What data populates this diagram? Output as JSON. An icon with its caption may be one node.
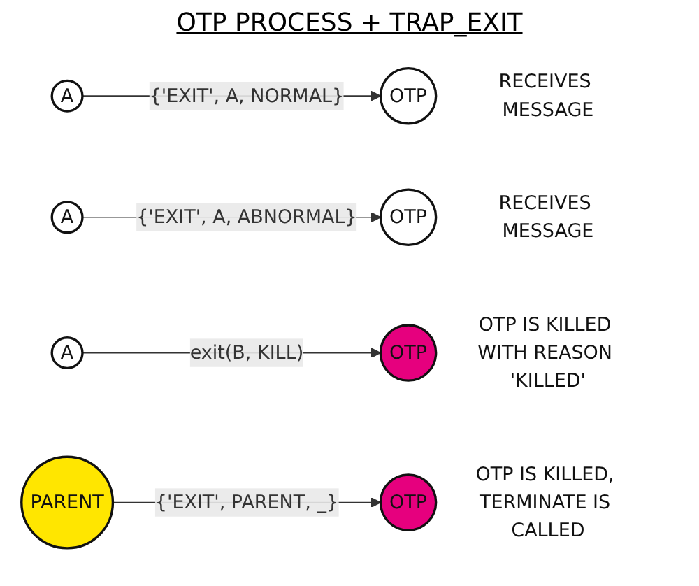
{
  "diagram": {
    "title": "OTP PROCESS + TRAP_EXIT",
    "nodes": [
      {
        "text": [
          "A"
        ]
      },
      {
        "text": [
          "OTP"
        ],
        "beside": [
          "RECEIVES MESSAGE"
        ]
      },
      {
        "text": [
          "A"
        ]
      },
      {
        "text": [
          "OTP"
        ],
        "beside": [
          "RECEIVES MESSAGE"
        ]
      },
      {
        "text": [
          "A"
        ]
      },
      {
        "text": [
          "OTP"
        ],
        "beside": [
          "OTP IS KILLED WITH REASON 'KILLED'"
        ]
      },
      {
        "text": [
          "PARENT"
        ]
      },
      {
        "text": [
          "OTP"
        ],
        "beside": [
          "OTP IS KILLED, TERMINATE IS CALLED"
        ]
      }
    ],
    "edges": [
      {
        "from": 0,
        "to": 1,
        "arrow": "to",
        "label": "{'EXIT', A, NORMAL}"
      },
      {
        "from": 2,
        "to": 3,
        "arrow": "to",
        "label": "{'EXIT', A, ABNORMAL}"
      },
      {
        "from": 4,
        "to": 5,
        "arrow": "to",
        "label": "exit(B, KILL)"
      },
      {
        "from": 6,
        "to": 7,
        "arrow": "to",
        "label": "{'EXIT', PARENT, _}"
      }
    ]
  }
}
